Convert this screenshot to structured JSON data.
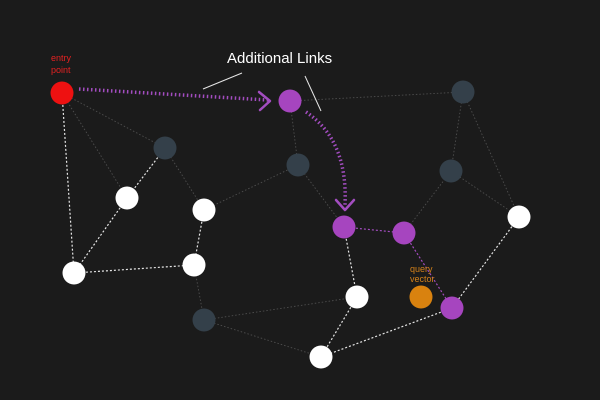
{
  "labels": {
    "entry_line1": "entry",
    "entry_line2": "point",
    "query_line1": "query",
    "query_line2": "vector",
    "title": "Additional Links"
  },
  "colors": {
    "background": "#1b1b1b",
    "node_white": "#ffffff",
    "node_gray": "#34404a",
    "node_purple": "#a645bf",
    "node_entry": "#ee1111",
    "node_query": "#d9820f",
    "entry_text": "#e52222",
    "query_text": "#d3811b",
    "title_text": "#ffffff",
    "edge_faint": "#4e4e4e",
    "edge_white": "#e6e6e6",
    "edge_purple": "#a34dc0"
  },
  "nodes": [
    {
      "id": "entry",
      "kind": "entry"
    },
    {
      "id": "n-top-purple",
      "kind": "purple"
    },
    {
      "id": "n-top-right-gray",
      "kind": "gray"
    },
    {
      "id": "n-left-gray",
      "kind": "gray"
    },
    {
      "id": "n-center-gray",
      "kind": "gray"
    },
    {
      "id": "n-right-gray",
      "kind": "gray"
    },
    {
      "id": "n-white-a",
      "kind": "white"
    },
    {
      "id": "n-white-b",
      "kind": "white"
    },
    {
      "id": "n-white-right",
      "kind": "white"
    },
    {
      "id": "n-mid-purple",
      "kind": "purple"
    },
    {
      "id": "n-mid-purple-2",
      "kind": "purple"
    },
    {
      "id": "n-white-left",
      "kind": "white"
    },
    {
      "id": "n-white-c",
      "kind": "white"
    },
    {
      "id": "n-white-d",
      "kind": "white"
    },
    {
      "id": "n-query",
      "kind": "query"
    },
    {
      "id": "n-low-purple",
      "kind": "purple"
    },
    {
      "id": "n-bottom-gray",
      "kind": "gray"
    },
    {
      "id": "n-white-bottom",
      "kind": "white"
    }
  ]
}
